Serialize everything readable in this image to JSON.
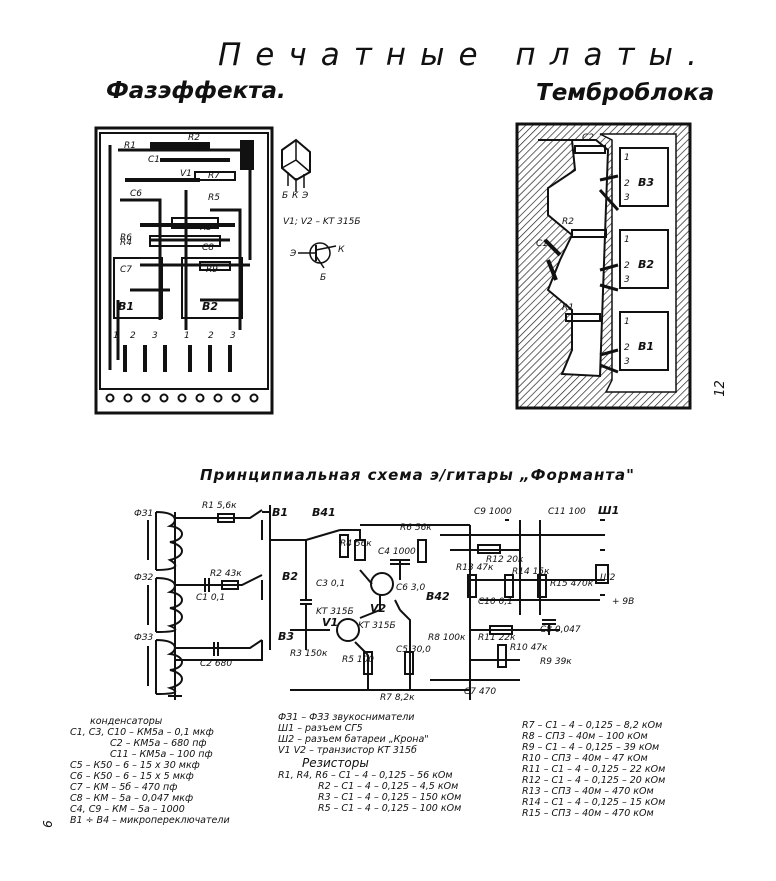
{
  "heading": "Печатные платы.",
  "boards": {
    "left_title": "Фазэффекта.",
    "right_title": "Темброблока",
    "left_labels": {
      "c1": "C1",
      "r1": "R1",
      "r2": "R2",
      "r3": "R3",
      "r4": "R4",
      "r5": "R5",
      "r6": "R6",
      "r7": "R7",
      "r9": "R9",
      "c6": "C6",
      "c7": "C7",
      "c8": "C8",
      "v1": "V1",
      "v2": "V2",
      "b1": "B1",
      "b2": "B2",
      "n1": "1",
      "n2": "2",
      "n3": "3",
      "n4": "1",
      "n5": "2",
      "n6": "3"
    },
    "transistor_caption": "V1; V2 – KT 315Б",
    "pin_b": "Б",
    "pin_k": "К",
    "pin_e": "Э",
    "pin_3": "Э",
    "pin_k2": "К",
    "pin_b2": "Б",
    "right_labels": {
      "c2": "C2",
      "c1": "C1",
      "r1": "R1",
      "r2": "R2",
      "b1": "B1",
      "b2": "B2",
      "b3": "B3",
      "p1": "1",
      "p2": "2",
      "p3": "3"
    }
  },
  "page_number": "12",
  "page_number_bottom": "6",
  "schematic": {
    "title": "Принципиальная схема э/гитары „Форманта\"",
    "labels": {
      "fz1": "ФЗ1",
      "fz2": "ФЗ2",
      "fz3": "ФЗ3",
      "r1": "R1 5,6к",
      "r2": "R2 43к",
      "r3": "R3 150к",
      "c1": "C1 0,1",
      "c2": "C2 680",
      "c3": "C3 0,1",
      "b1": "B1",
      "b2": "B2",
      "b3": "B3",
      "b41": "B41",
      "b42": "B42",
      "r4": "R4 56к",
      "r6": "R6 56к",
      "c4": "C4 1000",
      "v1": "V1",
      "v2": "V2",
      "kt1": "KT 315Б",
      "kt2": "KT 315Б",
      "c6": "C6 3,0",
      "r5": "R5 100",
      "r7": "R7 8,2к",
      "c5": "C5 30,0",
      "r8": "R8 100к",
      "rh": "R11 22к",
      "r10": "R10 47к",
      "r9": "R9 39к",
      "c7": "C7 470",
      "c9": "C9 1000",
      "c11": "C11 100",
      "r12": "R12 20к",
      "r13": "R13 47к",
      "r14": "R14 15к",
      "r15": "R15 470к",
      "c10": "C10 0,1",
      "c8": "C8 0,047",
      "sh1": "Ш1",
      "sh2": "Ш2",
      "v9": "+ 9В"
    }
  },
  "legend": {
    "col1": [
      "конденсаторы",
      "C1, C3, C10 – КМ5а – 0,1 мкф",
      "C2 – КМ5а – 680 пф",
      "C11 – КМ5а – 100 пф",
      "C5 – К50 – 6 – 15 х 30 мкф",
      "C6 – К50 – 6 – 15 х 5 мкф",
      "C7 – КМ – 5б – 470 пф",
      "C8 – КМ – 5а – 0,047 мкф",
      "C4, C9 – КМ – 5а – 1000",
      "B1 ÷ B4 – микропереключатели"
    ],
    "col2": [
      "ФЗ1 – ФЗ3 звукосниматели",
      "Ш1 – разъем СГ5",
      "Ш2 – разъем батареи „Крона\"",
      "V1 V2 – транзистор КТ 315б",
      "Резисторы",
      "R1, R4, R6 – C1 – 4 – 0,125 – 56 кОм",
      "R2 – C1 – 4 – 0,125 – 4,5 кОм",
      "R3 – C1 – 4 – 0,125 – 150 кОм",
      "R5 – C1 – 4 – 0,125 – 100 кОм"
    ],
    "col3": [
      "R7 – C1 – 4 – 0,125 – 8,2 кОм",
      "R8 – СП3 – 40м – 100 кОм",
      "R9 – C1 – 4 – 0,125 – 39 кОм",
      "R10 – СП3 – 40м – 47 кОм",
      "R11 – C1 – 4 – 0,125 – 22 кОм",
      "R12 – C1 – 4 – 0,125 – 20 кОм",
      "R13 – СП3 – 40м – 470 кОм",
      "R14 – C1 – 4 – 0,125 – 15 кОм",
      "R15 – СП3 – 40м – 470 кОм"
    ]
  }
}
